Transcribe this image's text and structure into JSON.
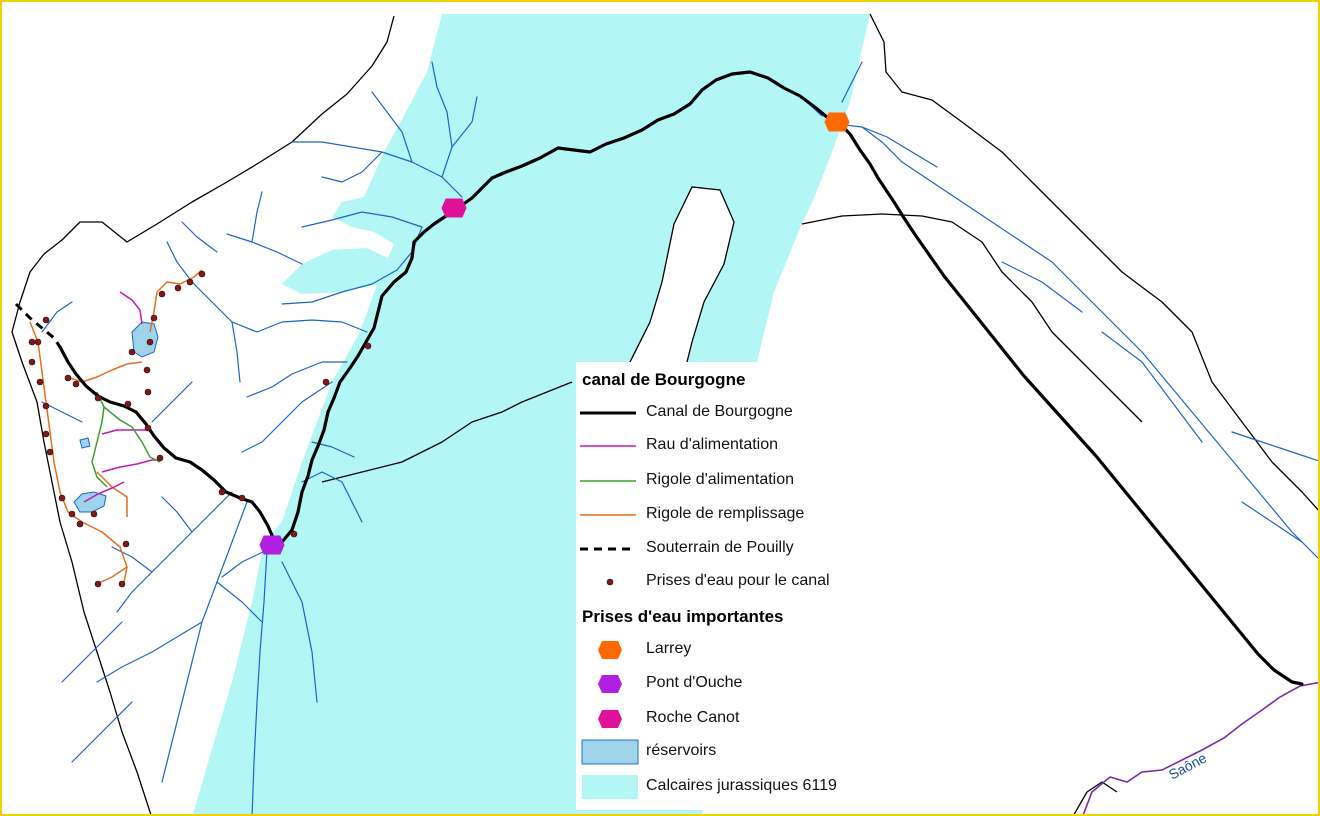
{
  "legend": {
    "group1_title": "canal de Bourgogne",
    "group1_items": [
      {
        "label": "Canal de Bourgogne",
        "color": "#000000",
        "style": "solid-thick"
      },
      {
        "label": "Rau d'alimentation",
        "color": "#c21ab0",
        "style": "solid"
      },
      {
        "label": "Rigole d'alimentation",
        "color": "#3aa02a",
        "style": "solid"
      },
      {
        "label": "Rigole de remplissage",
        "color": "#e07020",
        "style": "solid"
      },
      {
        "label": "Souterrain de Pouilly",
        "color": "#000000",
        "style": "dashed"
      },
      {
        "label": "Prises d'eau pour le canal",
        "color": "#7a1a1a",
        "style": "dot"
      }
    ],
    "group2_title": "Prises d'eau importantes",
    "group2_items": [
      {
        "label": "Larrey",
        "color": "#ff6a00"
      },
      {
        "label": "Pont d'Ouche",
        "color": "#b020e0"
      },
      {
        "label": "Roche Canot",
        "color": "#e0109a"
      }
    ],
    "fill_items": [
      {
        "label": "réservoirs",
        "color": "#9ed4ea"
      },
      {
        "label": "Calcaires jurassiques 6119",
        "color": "#b2f6f6"
      }
    ]
  },
  "map_labels": {
    "river_saone": "Saône"
  },
  "colors": {
    "limestone": "#b2f6f6",
    "rivers": "#1e64c8",
    "boundary": "#000000",
    "frame": "#f2d200"
  }
}
